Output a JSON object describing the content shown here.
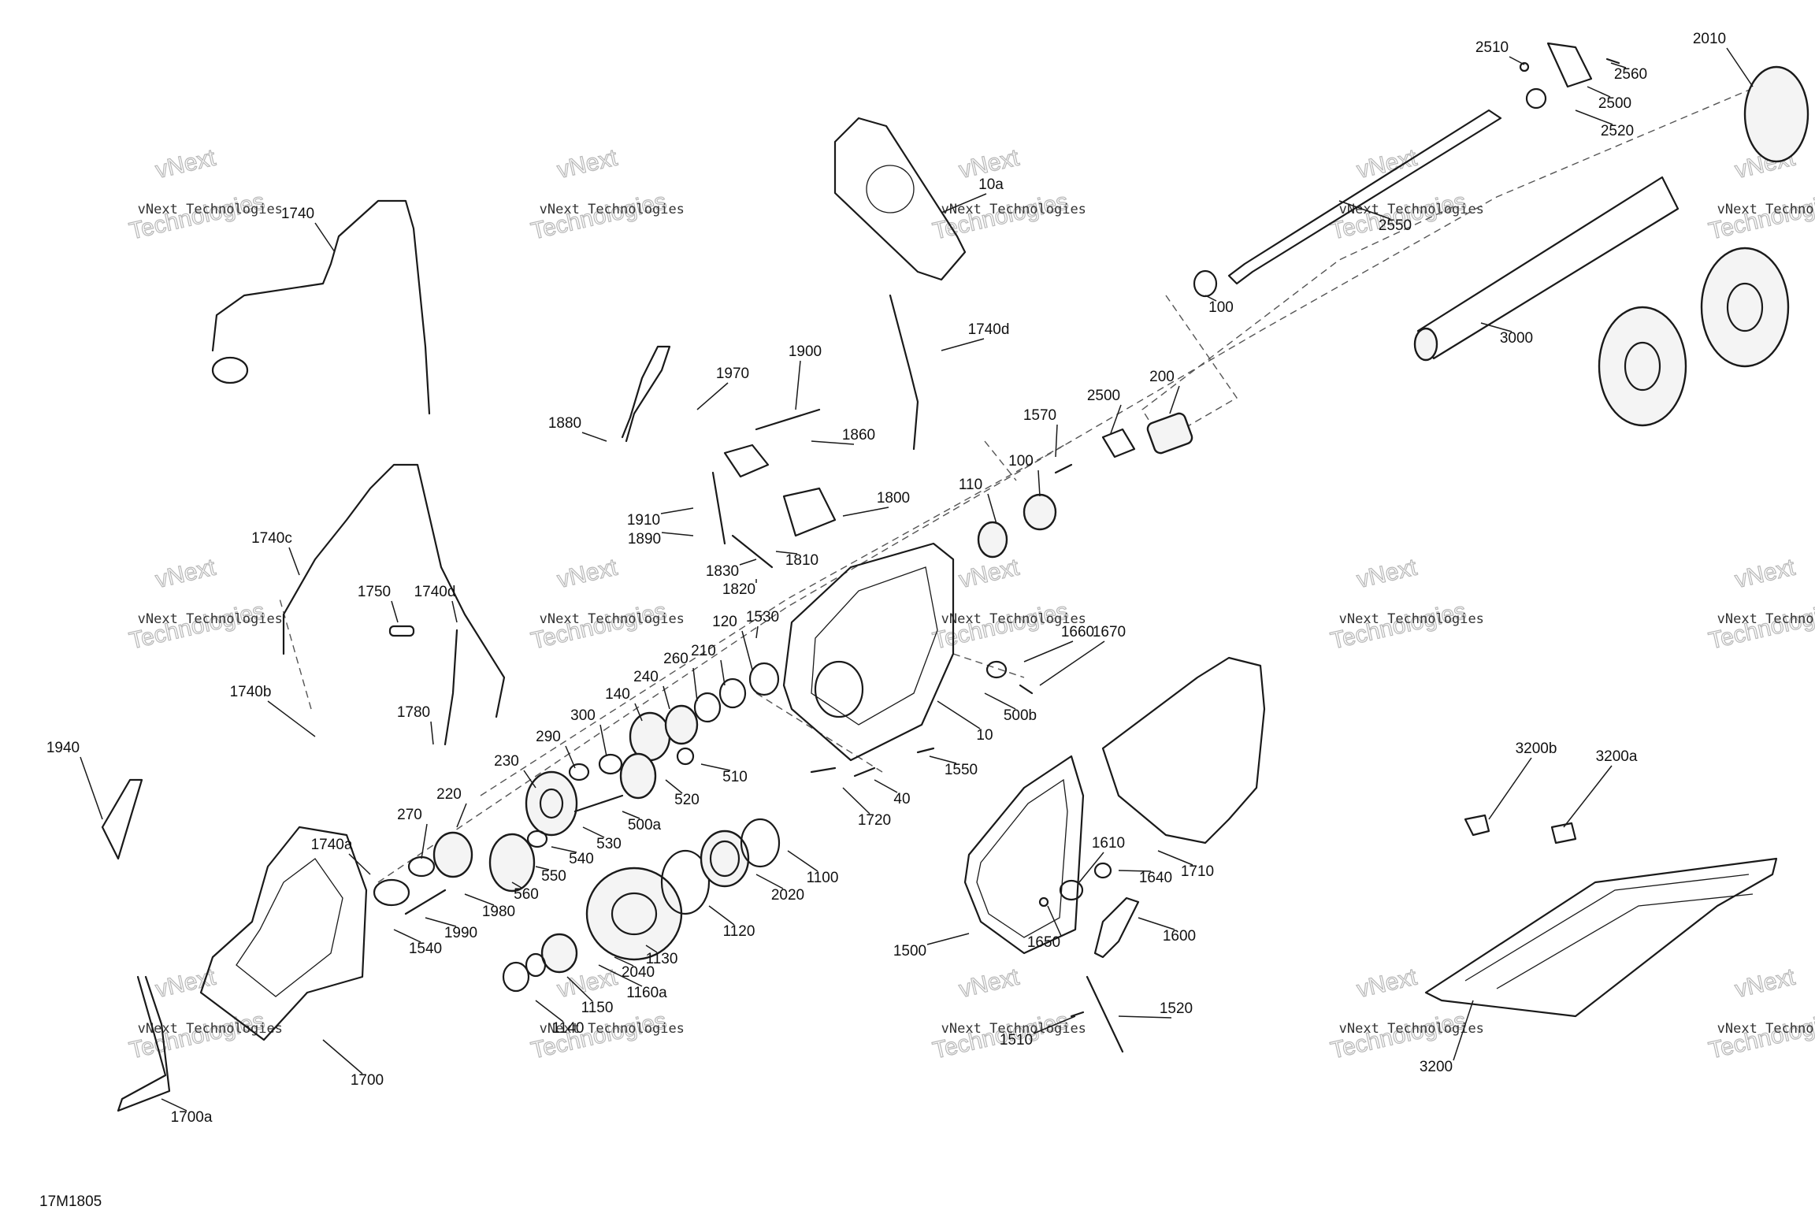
{
  "diagram_code": "17M1805",
  "watermark": {
    "line1": "vNext Technologies",
    "line2": "Technologies",
    "badge": "vNext"
  },
  "callouts": [
    "1740",
    "1740c",
    "1740b",
    "1750",
    "1740d",
    "1780",
    "1940",
    "1740a",
    "1700",
    "1700a",
    "1990",
    "1540",
    "1980",
    "270",
    "220",
    "230",
    "290",
    "300",
    "140",
    "240",
    "260",
    "210",
    "120",
    "1530",
    "500a",
    "530",
    "540",
    "550",
    "560",
    "520",
    "510",
    "1880",
    "1970",
    "1900",
    "1860",
    "1910",
    "1890",
    "1830",
    "1820",
    "1810",
    "1800",
    "10a",
    "1740d",
    "110",
    "100",
    "1570",
    "2500",
    "200",
    "10",
    "1660",
    "1670",
    "500b",
    "1550",
    "40",
    "1720",
    "1100",
    "2020",
    "1120",
    "1130",
    "2040",
    "1160a",
    "1150",
    "1140",
    "2510",
    "2560",
    "2500",
    "2520",
    "2010",
    "2550",
    "100",
    "3000",
    "1710",
    "1640",
    "1610",
    "1600",
    "1650",
    "1500",
    "1520",
    "1510",
    "3200b",
    "3200a",
    "3200"
  ]
}
